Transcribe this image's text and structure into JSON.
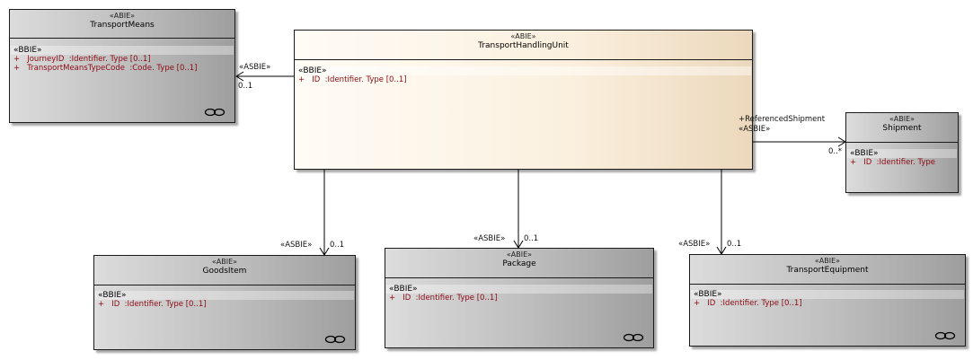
{
  "classes": {
    "transport_means": {
      "stereotype": "«ABIE»",
      "name": "TransportMeans",
      "section": "«BBIE»",
      "attributes": [
        "+   JourneyID  :Identifier. Type [0..1]",
        "+   TransportMeansTypeCode  :Code. Type [0..1]"
      ]
    },
    "transport_handling_unit": {
      "stereotype": "«ABIE»",
      "name": "TransportHandlingUnit",
      "section": "«BBIE»",
      "attributes": [
        "+   ID  :Identifier. Type [0..1]"
      ]
    },
    "shipment": {
      "stereotype": "«ABIE»",
      "name": "Shipment",
      "section": "«BBIE»",
      "attributes": [
        "+   ID  :Identifier. Type"
      ]
    },
    "goods_item": {
      "stereotype": "«ABIE»",
      "name": "GoodsItem",
      "section": "«BBIE»",
      "attributes": [
        "+   ID  :Identifier. Type [0..1]"
      ]
    },
    "package": {
      "stereotype": "«ABIE»",
      "name": "Package",
      "section": "«BBIE»",
      "attributes": [
        "+   ID  :Identifier. Type [0..1]"
      ]
    },
    "transport_equipment": {
      "stereotype": "«ABIE»",
      "name": "TransportEquipment",
      "section": "«BBIE»",
      "attributes": [
        "+   ID  :Identifier. Type [0..1]"
      ]
    }
  },
  "associations": {
    "to_transport_means": {
      "stereotype": "«ASBIE»",
      "multiplicity": "0..1"
    },
    "to_shipment": {
      "role": "+ReferencedShipment",
      "stereotype": "«ASBIE»",
      "multiplicity": "0..*"
    },
    "to_goods_item": {
      "stereotype": "«ASBIE»",
      "multiplicity": "0..1"
    },
    "to_package": {
      "stereotype": "«ASBIE»",
      "multiplicity": "0..1"
    },
    "to_transport_equipment": {
      "stereotype": "«ASBIE»",
      "multiplicity": "0..1"
    }
  },
  "icons": {
    "link": "chain-link-icon"
  },
  "colors": {
    "attribute_text": "#8b0a14",
    "focus_fill": "#fbf0de",
    "gray_fill": "#bdbdbd"
  }
}
